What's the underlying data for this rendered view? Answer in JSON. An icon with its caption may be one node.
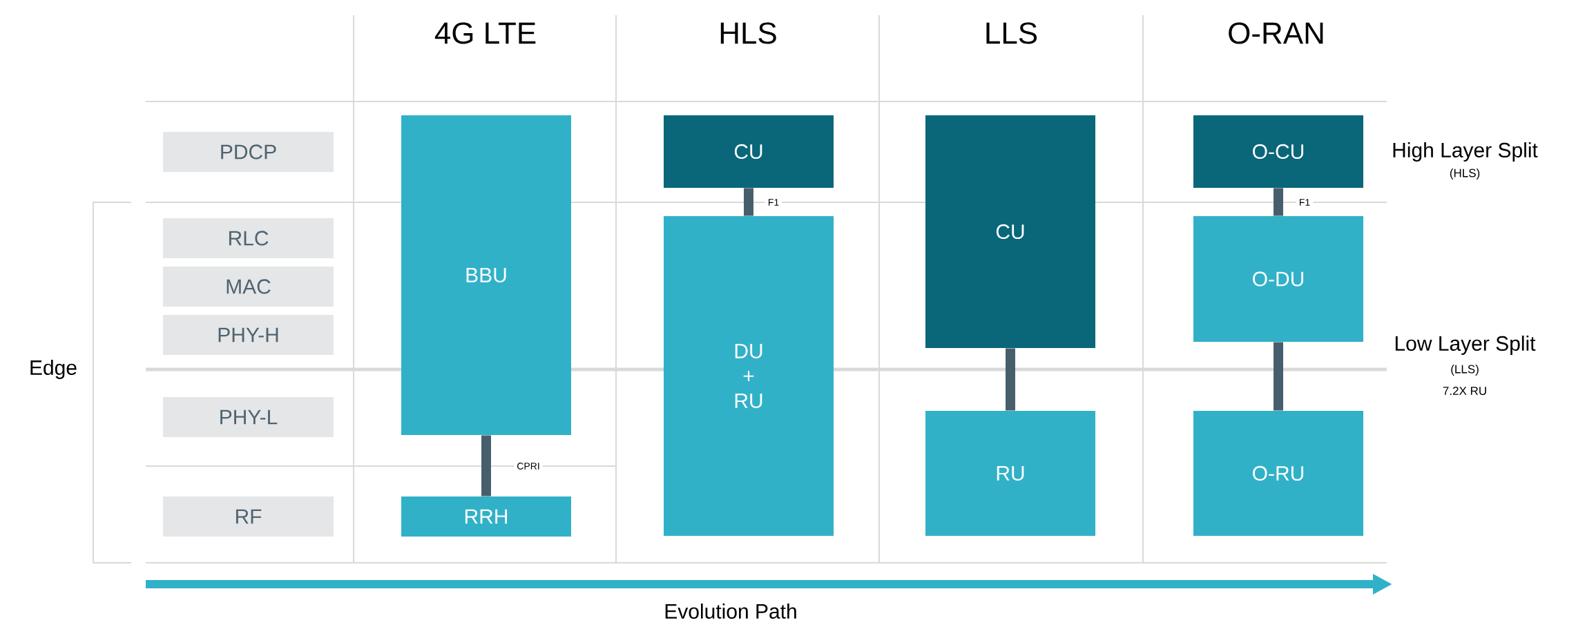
{
  "diagram": {
    "nodes": [
      {
        "text": [
          "PDCP"
        ]
      },
      {
        "text": [
          "RLC"
        ]
      },
      {
        "text": [
          "MAC"
        ]
      },
      {
        "text": [
          "PHY-H"
        ]
      },
      {
        "text": [
          "PHY-L"
        ]
      },
      {
        "text": [
          "RF"
        ]
      },
      {
        "text": [
          "BBU"
        ]
      },
      {
        "text": [
          "RRH"
        ]
      },
      {
        "text": [
          "CU"
        ]
      },
      {
        "text": [
          "DU + RU"
        ]
      },
      {
        "text": [
          "CU"
        ]
      },
      {
        "text": [
          "RU"
        ]
      },
      {
        "text": [
          "O-CU"
        ]
      },
      {
        "text": [
          "O-DU"
        ]
      },
      {
        "text": [
          "O-RU"
        ]
      }
    ],
    "edges": [
      {
        "from": 6,
        "to": 7,
        "arrow": "none",
        "label": "CPRI"
      },
      {
        "from": 8,
        "to": 9,
        "arrow": "none",
        "label": "F1"
      },
      {
        "from": 10,
        "to": 11,
        "arrow": "none"
      },
      {
        "from": 12,
        "to": 13,
        "arrow": "none",
        "label": "F1"
      },
      {
        "from": 13,
        "to": 14,
        "arrow": "none"
      }
    ],
    "labels": [
      "4G LTE",
      "HLS",
      "LLS",
      "O-RAN",
      "High Layer Split",
      "(HLS)",
      "Edge",
      "Low Layer Split",
      "(LLS)",
      "7.2X RU",
      "Evolution Path"
    ]
  }
}
